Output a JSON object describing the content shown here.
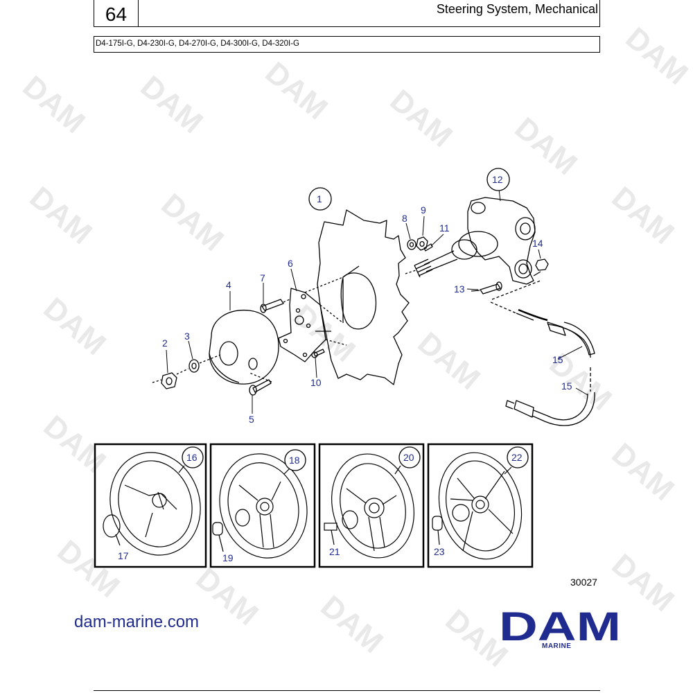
{
  "header": {
    "page_number": "64",
    "title": "Steering System, Mechanical",
    "models": "D4-175I-G, D4-230I-G, D4-270I-G, D4-300I-G, D4-320I-G"
  },
  "watermark": "DAM",
  "callouts": [
    "1",
    "2",
    "3",
    "4",
    "5",
    "6",
    "7",
    "8",
    "9",
    "10",
    "11",
    "12",
    "13",
    "14",
    "15",
    "15",
    "16",
    "17",
    "18",
    "19",
    "20",
    "21",
    "22",
    "23"
  ],
  "figure_number": "30027",
  "footer": {
    "website": "dam-marine.com",
    "logo_text": "DAM",
    "logo_subtext": "MARINE"
  },
  "colors": {
    "callout": "#1f2b8e",
    "brand": "#1f2b8e",
    "line": "#000000",
    "watermark": "#e9e9e9"
  }
}
